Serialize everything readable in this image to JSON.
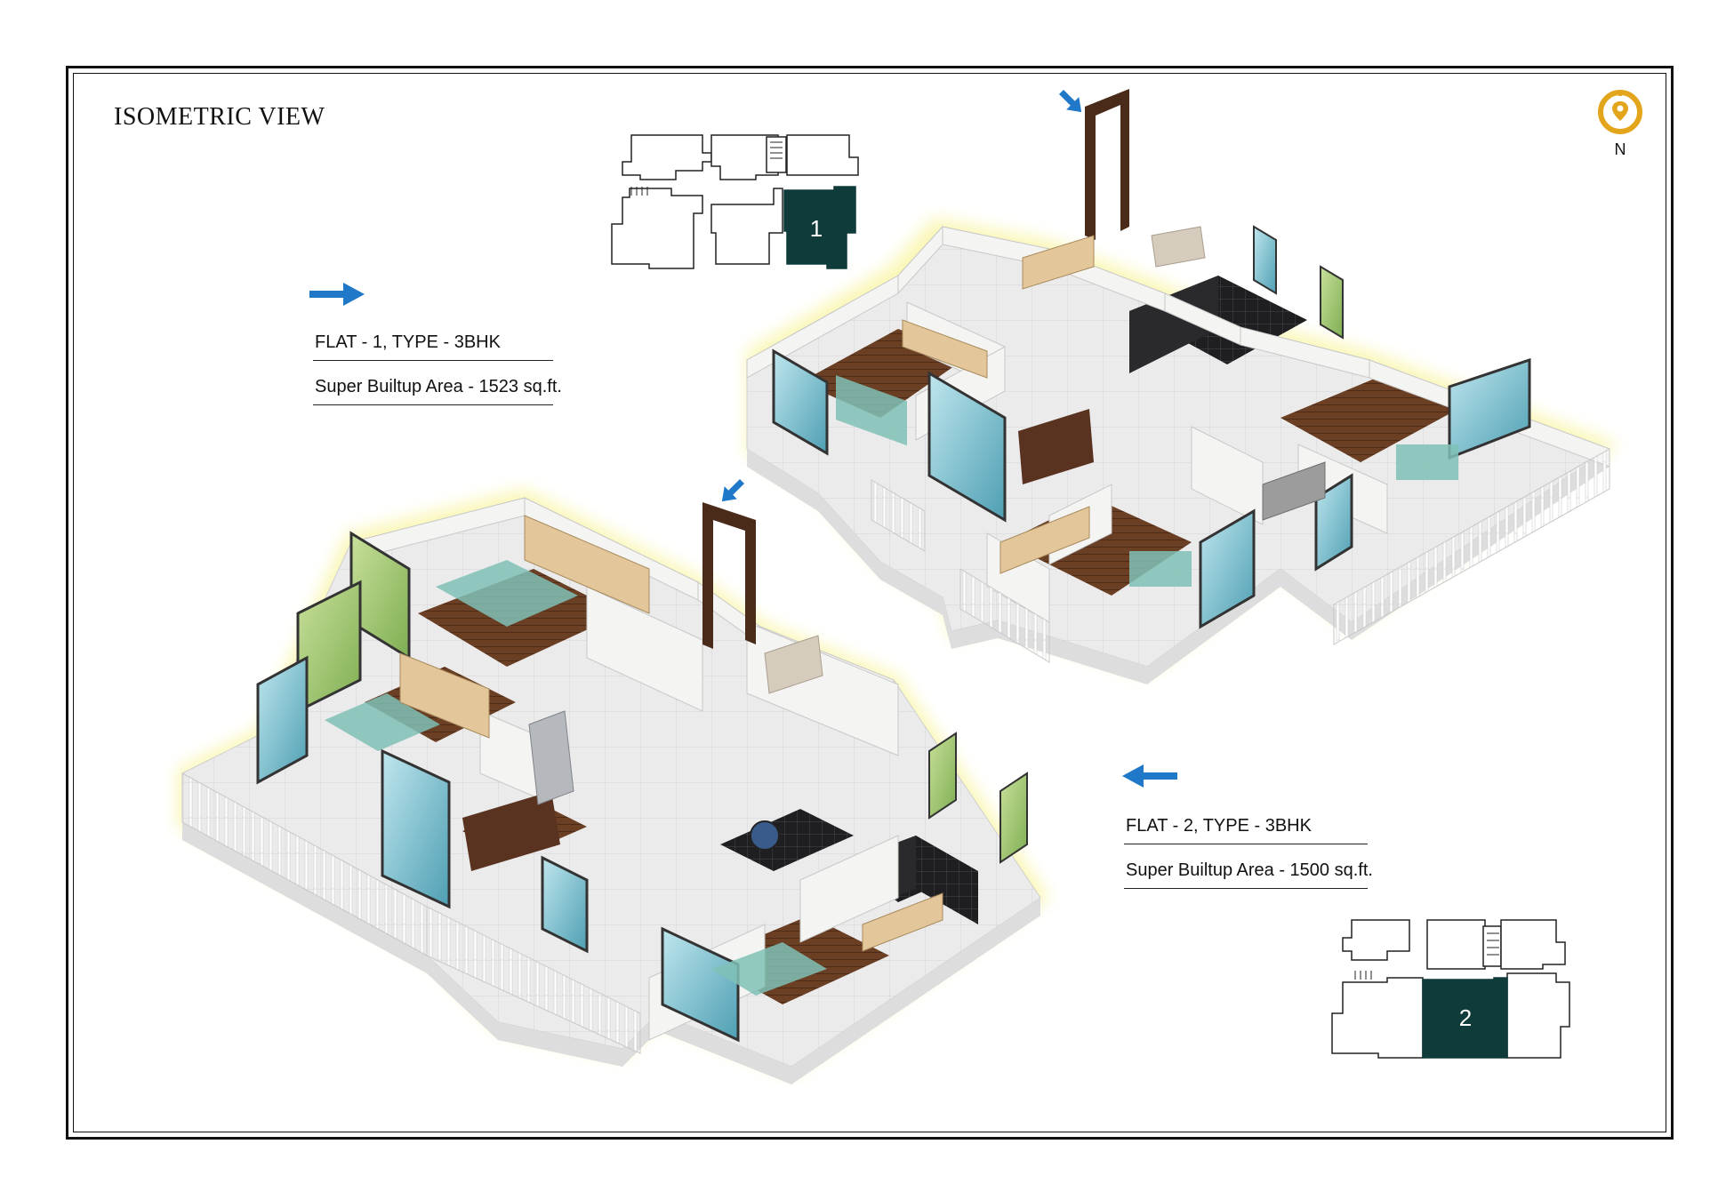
{
  "title": "ISOMETRIC VIEW",
  "compass_label": "N",
  "flats": [
    {
      "heading": "FLAT - 1, TYPE - 3BHK",
      "area": "Super Builtup Area - 1523 sq.ft.",
      "keyplan_unit": "1"
    },
    {
      "heading": "FLAT - 2, TYPE - 3BHK",
      "area": "Super Builtup Area - 1500 sq.ft.",
      "keyplan_unit": "2"
    }
  ],
  "colors": {
    "frame": "#111111",
    "accent_arrow": "#1f78c8",
    "keyplan_highlight": "#0f3b3b",
    "compass": "#e3a51c",
    "wall": "#f4f4f2",
    "floor_wood": "#6b3f24",
    "floor_tile": "#e9e9ea",
    "glow": "#f6f07a",
    "glass": "#6fb8c9",
    "door_frame": "#4a2a18"
  }
}
